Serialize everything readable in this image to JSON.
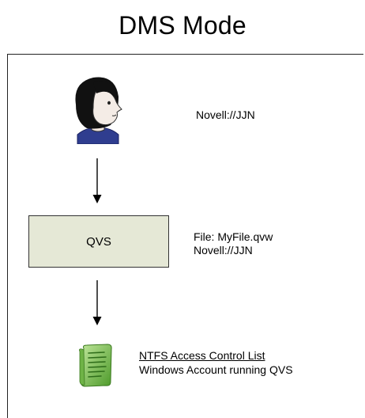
{
  "title": "DMS Mode",
  "user": {
    "icon": "person-icon",
    "label": "Novell://JJN"
  },
  "qvs": {
    "label": "QVS",
    "fill_color": "#e5e8d6",
    "file_line": "File: MyFile.qvw",
    "user_line": "Novell://JJN"
  },
  "acl": {
    "icon": "document-icon",
    "icon_color": "#7cc04a",
    "title": "NTFS Access Control List",
    "subtitle": "Windows Account running QVS"
  }
}
